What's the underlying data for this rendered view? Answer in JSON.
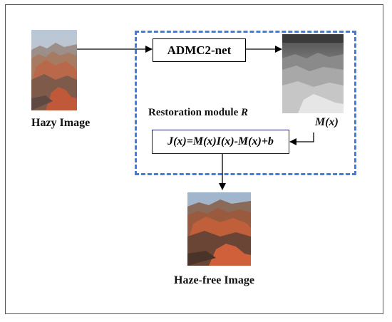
{
  "hazy_label": "Hazy Image",
  "network_label": "ADMC2-net",
  "module_label": "Restoration module R",
  "map_label": "M(x)",
  "equation": "J(x)=M(x)I(x)-M(x)+b",
  "output_label": "Haze-free Image",
  "colors": {
    "frame": "#555555",
    "dashed_box": "#3d7ee6",
    "equation_border": "#1a1a7a"
  }
}
